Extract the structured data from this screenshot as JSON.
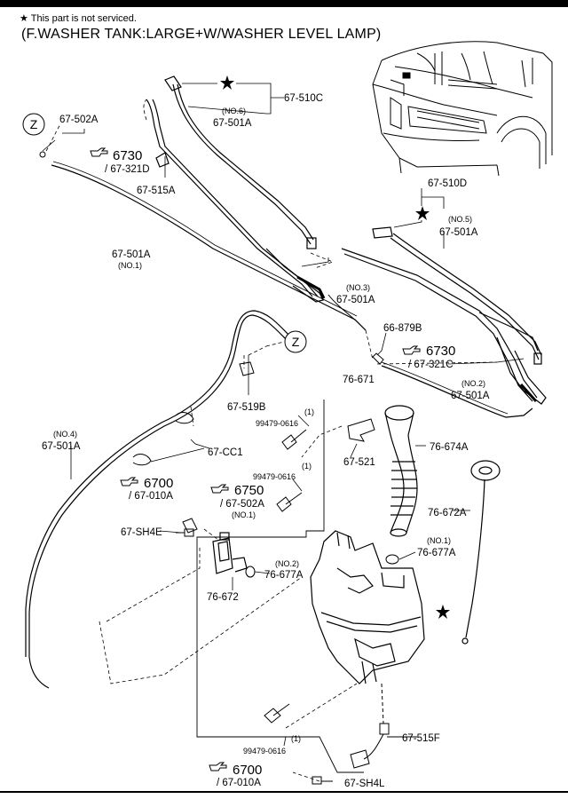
{
  "header": {
    "note": "This part is not serviced.",
    "title": "(F.WASHER TANK:LARGE+W/WASHER LEVEL LAMP)"
  },
  "labels": [
    {
      "id": "l1",
      "text": "67-502A"
    },
    {
      "id": "l2",
      "text": "Z"
    },
    {
      "id": "l3",
      "text": "6730"
    },
    {
      "id": "l4",
      "text": "/ 67-321D"
    },
    {
      "id": "l5",
      "text": "67-515A"
    },
    {
      "id": "l6",
      "text": "(NO.6)"
    },
    {
      "id": "l7",
      "text": "67-501A"
    },
    {
      "id": "l8",
      "text": "67-510C"
    },
    {
      "id": "l9",
      "text": "67-501A"
    },
    {
      "id": "l10",
      "text": "(NO.1)"
    },
    {
      "id": "l11",
      "text": "67-510D"
    },
    {
      "id": "l12",
      "text": "(NO.5)"
    },
    {
      "id": "l13",
      "text": "67-501A"
    },
    {
      "id": "l14",
      "text": "(NO.3)"
    },
    {
      "id": "l15",
      "text": "67-501A"
    },
    {
      "id": "l16",
      "text": "Z"
    },
    {
      "id": "l17",
      "text": "66-879B"
    },
    {
      "id": "l18",
      "text": "6730"
    },
    {
      "id": "l19",
      "text": "/ 67-321C"
    },
    {
      "id": "l20",
      "text": "(NO.2)"
    },
    {
      "id": "l21",
      "text": "67-501A"
    },
    {
      "id": "l22",
      "text": "76-671"
    },
    {
      "id": "l23",
      "text": "67-519B"
    },
    {
      "id": "l24",
      "text": "(1)"
    },
    {
      "id": "l25",
      "text": "99479-0616"
    },
    {
      "id": "l26",
      "text": "67-521"
    },
    {
      "id": "l27",
      "text": "76-674A"
    },
    {
      "id": "l28",
      "text": "(NO.4)"
    },
    {
      "id": "l29",
      "text": "67-501A"
    },
    {
      "id": "l30",
      "text": "67-CC1"
    },
    {
      "id": "l31",
      "text": "(1)"
    },
    {
      "id": "l32",
      "text": "99479-0616"
    },
    {
      "id": "l33",
      "text": "6700"
    },
    {
      "id": "l34",
      "text": "/ 67-010A"
    },
    {
      "id": "l35",
      "text": "6750"
    },
    {
      "id": "l36",
      "text": "/ 67-502A"
    },
    {
      "id": "l37",
      "text": "(NO.1)"
    },
    {
      "id": "l38",
      "text": "76-672A"
    },
    {
      "id": "l39",
      "text": "67-SH4E"
    },
    {
      "id": "l40",
      "text": "(NO.1)"
    },
    {
      "id": "l41",
      "text": "76-677A"
    },
    {
      "id": "l42",
      "text": "(NO.2)"
    },
    {
      "id": "l43",
      "text": "76-677A"
    },
    {
      "id": "l44",
      "text": "76-672"
    },
    {
      "id": "l45",
      "text": "67-515F"
    },
    {
      "id": "l46",
      "text": "(1)"
    },
    {
      "id": "l47",
      "text": "99479-0616"
    },
    {
      "id": "l48",
      "text": "6700"
    },
    {
      "id": "l49",
      "text": "/ 67-010A"
    },
    {
      "id": "l50",
      "text": "67-SH4L"
    }
  ],
  "icons": {
    "star": "star-icon",
    "reference": "pointing-hand-icon",
    "zone": "circle-zone-icon"
  }
}
